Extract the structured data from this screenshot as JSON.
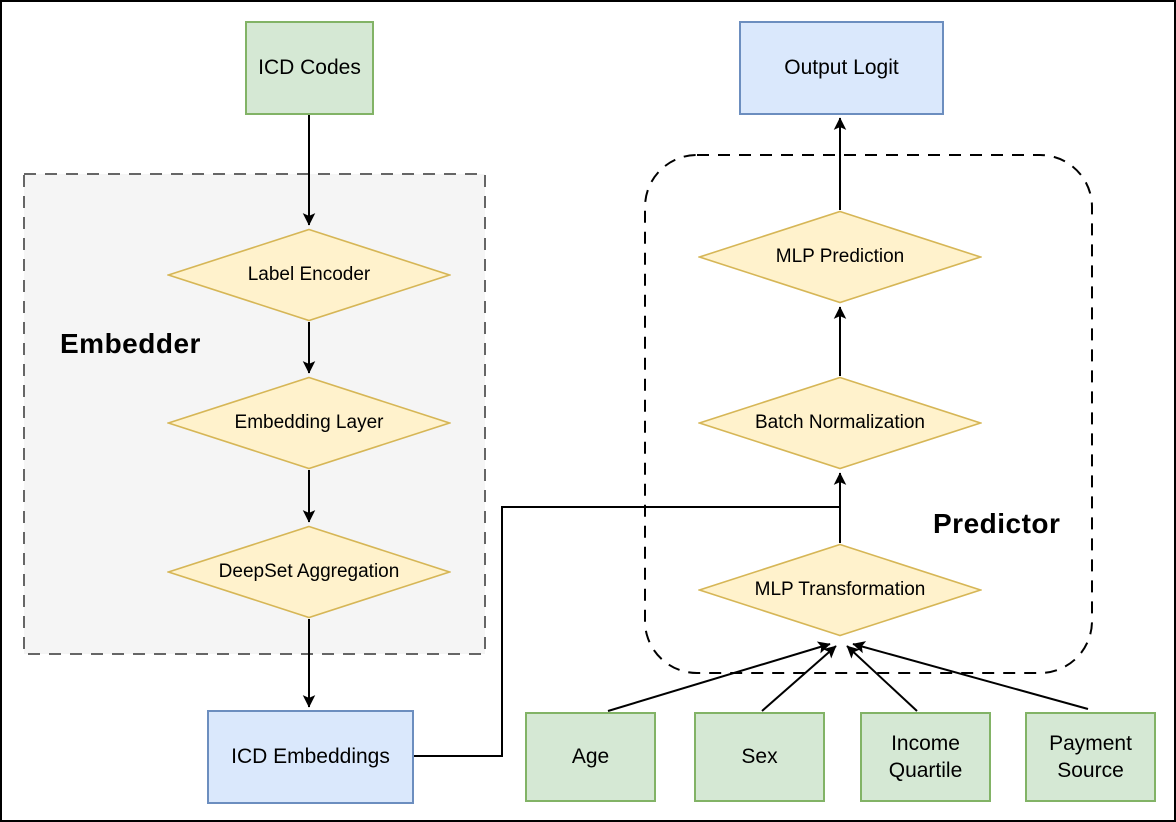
{
  "diagram": {
    "title": "ICD embedding model architecture flowchart",
    "groups": {
      "embedder": {
        "label": "Embedder"
      },
      "predictor": {
        "label": "Predictor"
      }
    },
    "nodes": {
      "icd_codes": {
        "label": "ICD Codes",
        "shape": "rect",
        "color": "green"
      },
      "label_encoder": {
        "label": "Label Encoder",
        "shape": "diamond",
        "color": "yellow"
      },
      "embedding_layer": {
        "label": "Embedding Layer",
        "shape": "diamond",
        "color": "yellow"
      },
      "deepset_aggregation": {
        "label": "DeepSet Aggregation",
        "shape": "diamond",
        "color": "yellow"
      },
      "icd_embeddings": {
        "label": "ICD Embeddings",
        "shape": "rect",
        "color": "blue"
      },
      "output_logit": {
        "label": "Output Logit",
        "shape": "rect",
        "color": "blue"
      },
      "mlp_prediction": {
        "label": "MLP Prediction",
        "shape": "diamond",
        "color": "yellow"
      },
      "batch_normalization": {
        "label": "Batch Normalization",
        "shape": "diamond",
        "color": "yellow"
      },
      "mlp_transformation": {
        "label": "MLP Transformation",
        "shape": "diamond",
        "color": "yellow"
      },
      "age": {
        "label": "Age",
        "shape": "rect",
        "color": "green"
      },
      "sex": {
        "label": "Sex",
        "shape": "rect",
        "color": "green"
      },
      "income_quartile": {
        "label": "Income Quartile",
        "shape": "rect",
        "color": "green"
      },
      "payment_source": {
        "label": "Payment Source",
        "shape": "rect",
        "color": "green"
      }
    },
    "edges": [
      "ICD Codes -> Label Encoder",
      "Label Encoder -> Embedding Layer",
      "Embedding Layer -> DeepSet Aggregation",
      "DeepSet Aggregation -> ICD Embeddings",
      "ICD Embeddings -> (joins) MLP Transformation->Batch Normalization arrow",
      "MLP Transformation -> Batch Normalization",
      "Batch Normalization -> MLP Prediction",
      "MLP Prediction -> Output Logit",
      "Age -> MLP Transformation",
      "Sex -> MLP Transformation",
      "Income Quartile -> MLP Transformation",
      "Payment Source -> MLP Transformation"
    ],
    "colors": {
      "green_fill": "#d5e8d4",
      "green_border": "#82b366",
      "blue_fill": "#dae8fc",
      "blue_border": "#6c8ebf",
      "yellow_fill": "#fff2cc",
      "yellow_border": "#d6b656",
      "group_fill": "#f5f5f5",
      "group_border": "#666666",
      "arrow": "#000000"
    }
  }
}
